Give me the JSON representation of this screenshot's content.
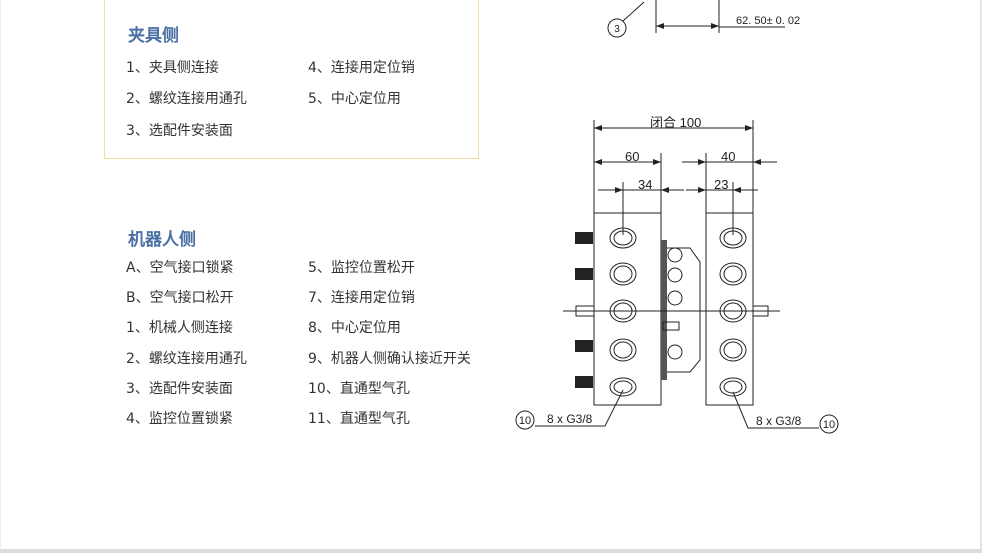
{
  "fixture_side": {
    "title": "夹具侧",
    "col1": [
      "1、夹具侧连接",
      "2、螺纹连接用通孔",
      "3、选配件安装面"
    ],
    "col2": [
      "4、连接用定位销",
      "5、中心定位用"
    ]
  },
  "robot_side": {
    "title": "机器人侧",
    "col1": [
      "A、空气接口锁紧",
      "B、空气接口松开",
      "1、机械人侧连接",
      "2、螺纹连接用通孔",
      "3、选配件安装面",
      "4、监控位置锁紧"
    ],
    "col2": [
      "5、监控位置松开",
      "7、连接用定位销",
      "8、中心定位用",
      "9、机器人侧确认接近开关",
      "10、直通型气孔",
      "11、直通型气孔"
    ]
  },
  "drawing": {
    "top_callout": "3",
    "top_dimension": "62. 50± 0. 02",
    "dim_closed": "闭合 100",
    "dim_60": "60",
    "dim_40": "40",
    "dim_34": "34",
    "dim_23": "23",
    "left_callout": "10",
    "left_thread": "8 x G3/8",
    "right_thread": "8 x G3/8",
    "right_callout": "10"
  }
}
